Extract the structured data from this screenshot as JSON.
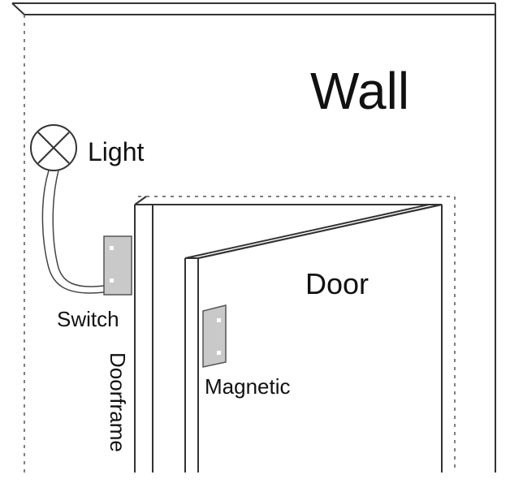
{
  "labels": {
    "wall": "Wall",
    "light": "Light",
    "switch": "Switch",
    "door": "Door",
    "magnetic": "Magnetic",
    "doorframe": "Doorframe"
  }
}
